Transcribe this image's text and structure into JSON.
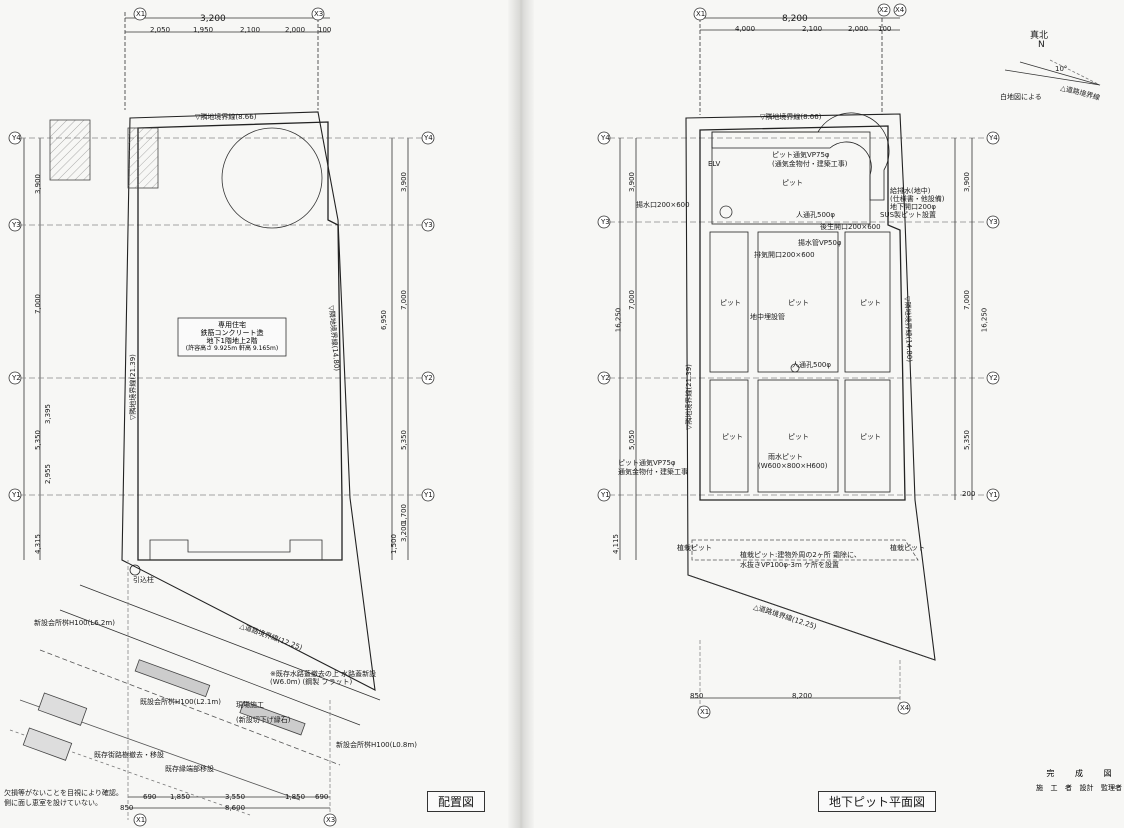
{
  "left": {
    "title": "配置図",
    "top_dims": [
      "3,200",
      "2,050",
      "1,950",
      "2,100",
      "2,000",
      "100"
    ],
    "bottom_dims": [
      "690",
      "1,850",
      "3,550",
      "1,850",
      "690",
      "850",
      "8,600"
    ],
    "grid_left": [
      "Y4",
      "Y3",
      "Y2",
      "Y1"
    ],
    "grid_right": [
      "Y4",
      "Y3",
      "Y2",
      "Y1"
    ],
    "grid_top": [
      "X1",
      "X3"
    ],
    "grid_bottom": [
      "X1",
      "X3"
    ],
    "side_dims_left": [
      "3,900",
      "7,000",
      "5,350",
      "3,395",
      "2,955",
      "4,315"
    ],
    "side_dims_right": [
      "3,900",
      "7,000",
      "6,950",
      "5,350",
      "1,700",
      "3,200",
      "1,500"
    ],
    "building_label": [
      "専用住宅",
      "鉄筋コンクリート造",
      "地下1階地上2階",
      "(許容高さ 9.925m 軒高 9.165m)"
    ],
    "road_label": "△道路境界線(12.25)",
    "boundary_top": "▽隣地境界線(8.66)",
    "notes_right": [
      "▽隣地境界線(14.80)"
    ],
    "notes_left": [
      "▽隣地境界線(21.39)"
    ],
    "lower_notes": [
      "新設会所桝H100(L6.2m)",
      "既設会所桝H100(L2.1m)",
      "※既存水路蓋撤去の上 水路蓋新設(W6.0m) (鋼製 フラット)",
      "現場施工",
      "(新設切下げ縁石)",
      "新設会所桝H100(L0.8m)",
      "既存街路樹撤去・移設",
      "既存縁端部移設"
    ],
    "footnote": [
      "欠損等がないことを目視により確認。",
      "側に面し恵室を設けていない。"
    ],
    "marker_label": "引込柱"
  },
  "right": {
    "title": "地下ピット平面図",
    "top_dims": [
      "8,200",
      "4,000",
      "2,100",
      "2,000",
      "100"
    ],
    "bottom_dims": [
      "850",
      "8,200"
    ],
    "grid_top": [
      "X1",
      "X2",
      "X4"
    ],
    "grid_bottom": [
      "X1",
      "X4"
    ],
    "grid_left": [
      "Y4",
      "Y3",
      "Y2",
      "Y1"
    ],
    "grid_right": [
      "Y4",
      "Y3",
      "Y2",
      "Y1"
    ],
    "side_dims_left": [
      "3,900",
      "7,000",
      "16,250",
      "5,050",
      "4,115"
    ],
    "side_dims_right": [
      "3,900",
      "7,000",
      "16,250",
      "5,350",
      "200"
    ],
    "north": {
      "label1": "真北",
      "label2": "N",
      "angle": "10°",
      "note": "白地図による",
      "road": "△道路境界線"
    },
    "boundary_top": "▽隣地境界線(8.66)",
    "road_bottom": "△道路境界線(12.25)",
    "boundary_right": "▽隣地境界線(14.80)",
    "boundary_left": "▽隣地境界線(21.39)",
    "pit_label": "ピット",
    "water_tank": [
      "雨水ピット",
      "(W600×800×H600)"
    ],
    "notes": [
      "ピット通気VP75φ",
      "(通気金物付・建築工事)",
      "人通孔500φ",
      "排気開口200×600",
      "揚水管VP50φ",
      "人通孔500φ",
      "ピット通気VP75φ",
      "通気金物付・建築工事",
      "ELV",
      "給排水(地中)",
      "(仕様書・他設備)",
      "地下開口200φ",
      "SUS製ピット設置",
      "後生開口200×600",
      "揚水口200×600",
      "地中埋設管"
    ],
    "bottom_note": [
      "植栽ピット:建物外周の2ヶ所 霜除に、",
      "水抜きVP100φ-3m ケ所を設置"
    ],
    "side_label": "植栽ピット",
    "stamp": {
      "title": [
        "完",
        "成",
        "図"
      ],
      "row": [
        "施",
        "工",
        "者",
        "設計",
        "監理者"
      ]
    }
  }
}
